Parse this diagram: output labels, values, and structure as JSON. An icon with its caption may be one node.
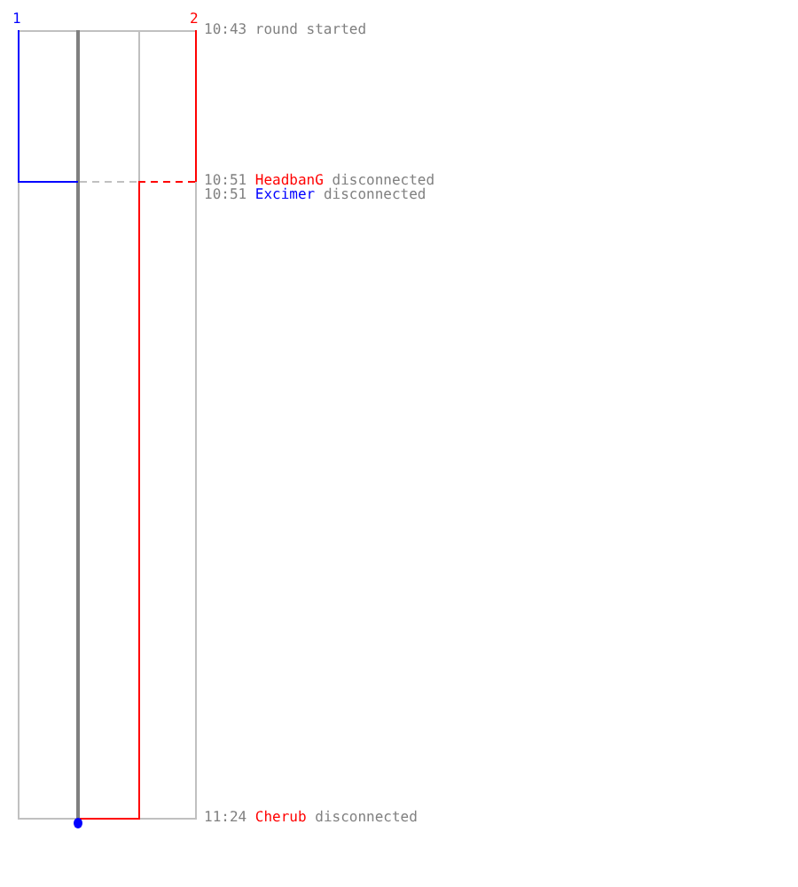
{
  "diagram": {
    "labels": [
      "1",
      "2",
      "10:43 round started",
      "10:51 HeadbanG disconnected",
      "10:51 Excimer disconnected",
      "11:24 Cherub disconnected"
    ]
  }
}
